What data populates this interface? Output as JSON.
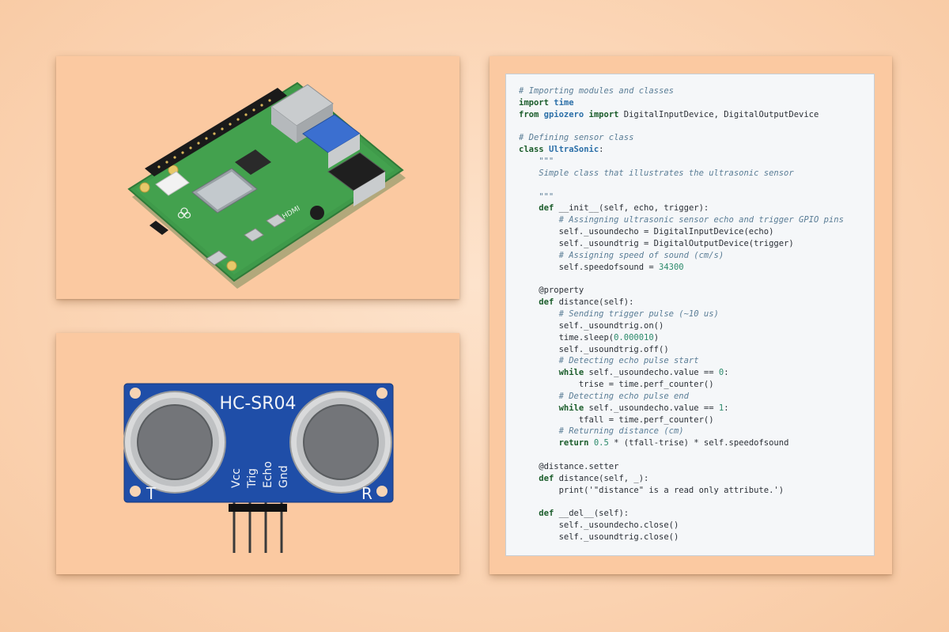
{
  "images": {
    "raspberry_pi": {
      "icon": "raspberry-pi-board",
      "markings": "HDMI"
    },
    "sensor": {
      "icon": "ultrasonic-sensor-module",
      "model": "HC-SR04",
      "pins": [
        "Vcc",
        "Trig",
        "Echo",
        "Gnd"
      ],
      "left_label": "T",
      "right_label": "R"
    }
  },
  "code": {
    "lines": [
      [
        {
          "t": "comment",
          "v": "# Importing modules and classes"
        }
      ],
      [
        {
          "t": "kw",
          "v": "import"
        },
        {
          "t": "plain",
          "v": " "
        },
        {
          "t": "cls",
          "v": "time"
        }
      ],
      [
        {
          "t": "kw",
          "v": "from"
        },
        {
          "t": "plain",
          "v": " "
        },
        {
          "t": "cls",
          "v": "gpiozero"
        },
        {
          "t": "plain",
          "v": " "
        },
        {
          "t": "kw",
          "v": "import"
        },
        {
          "t": "plain",
          "v": " DigitalInputDevice, DigitalOutputDevice"
        }
      ],
      [],
      [
        {
          "t": "comment",
          "v": "# Defining sensor class"
        }
      ],
      [
        {
          "t": "kw",
          "v": "class"
        },
        {
          "t": "plain",
          "v": " "
        },
        {
          "t": "cls",
          "v": "UltraSonic"
        },
        {
          "t": "plain",
          "v": ":"
        }
      ],
      [
        {
          "t": "doc",
          "v": "    \"\"\""
        }
      ],
      [
        {
          "t": "doc",
          "v": "    Simple class that illustrates the ultrasonic sensor"
        }
      ],
      [],
      [
        {
          "t": "doc",
          "v": "    \"\"\""
        }
      ],
      [
        {
          "t": "plain",
          "v": "    "
        },
        {
          "t": "kw",
          "v": "def"
        },
        {
          "t": "plain",
          "v": " __init__(self, echo, trigger):"
        }
      ],
      [
        {
          "t": "comment",
          "v": "        # Assingning ultrasonic sensor echo and trigger GPIO pins"
        }
      ],
      [
        {
          "t": "plain",
          "v": "        self._usoundecho = DigitalInputDevice(echo)"
        }
      ],
      [
        {
          "t": "plain",
          "v": "        self._usoundtrig = DigitalOutputDevice(trigger)"
        }
      ],
      [
        {
          "t": "comment",
          "v": "        # Assigning speed of sound (cm/s)"
        }
      ],
      [
        {
          "t": "plain",
          "v": "        self.speedofsound = "
        },
        {
          "t": "num",
          "v": "34300"
        }
      ],
      [],
      [
        {
          "t": "plain",
          "v": "    @property"
        }
      ],
      [
        {
          "t": "plain",
          "v": "    "
        },
        {
          "t": "kw",
          "v": "def"
        },
        {
          "t": "plain",
          "v": " distance(self):"
        }
      ],
      [
        {
          "t": "comment",
          "v": "        # Sending trigger pulse (~10 us)"
        }
      ],
      [
        {
          "t": "plain",
          "v": "        self._usoundtrig.on()"
        }
      ],
      [
        {
          "t": "plain",
          "v": "        time.sleep("
        },
        {
          "t": "num",
          "v": "0.000010"
        },
        {
          "t": "plain",
          "v": ")"
        }
      ],
      [
        {
          "t": "plain",
          "v": "        self._usoundtrig.off()"
        }
      ],
      [
        {
          "t": "comment",
          "v": "        # Detecting echo pulse start"
        }
      ],
      [
        {
          "t": "plain",
          "v": "        "
        },
        {
          "t": "kw",
          "v": "while"
        },
        {
          "t": "plain",
          "v": " self._usoundecho.value == "
        },
        {
          "t": "num",
          "v": "0"
        },
        {
          "t": "plain",
          "v": ":"
        }
      ],
      [
        {
          "t": "plain",
          "v": "            trise = time.perf_counter()"
        }
      ],
      [
        {
          "t": "comment",
          "v": "        # Detecting echo pulse end"
        }
      ],
      [
        {
          "t": "plain",
          "v": "        "
        },
        {
          "t": "kw",
          "v": "while"
        },
        {
          "t": "plain",
          "v": " self._usoundecho.value == "
        },
        {
          "t": "num",
          "v": "1"
        },
        {
          "t": "plain",
          "v": ":"
        }
      ],
      [
        {
          "t": "plain",
          "v": "            tfall = time.perf_counter()"
        }
      ],
      [
        {
          "t": "comment",
          "v": "        # Returning distance (cm)"
        }
      ],
      [
        {
          "t": "plain",
          "v": "        "
        },
        {
          "t": "kw",
          "v": "return"
        },
        {
          "t": "plain",
          "v": " "
        },
        {
          "t": "num",
          "v": "0.5"
        },
        {
          "t": "plain",
          "v": " * (tfall-trise) * self.speedofsound"
        }
      ],
      [],
      [
        {
          "t": "plain",
          "v": "    @distance.setter"
        }
      ],
      [
        {
          "t": "plain",
          "v": "    "
        },
        {
          "t": "kw",
          "v": "def"
        },
        {
          "t": "plain",
          "v": " distance(self, _):"
        }
      ],
      [
        {
          "t": "plain",
          "v": "        print('\"distance\" is a read only attribute.')"
        }
      ],
      [],
      [
        {
          "t": "plain",
          "v": "    "
        },
        {
          "t": "kw",
          "v": "def"
        },
        {
          "t": "plain",
          "v": " __del__(self):"
        }
      ],
      [
        {
          "t": "plain",
          "v": "        self._usoundecho.close()"
        }
      ],
      [
        {
          "t": "plain",
          "v": "        self._usoundtrig.close()"
        }
      ]
    ]
  },
  "colors": {
    "background": "#fbd5b5",
    "card": "#fbc9a1",
    "pcb_green": "#3f9a4a",
    "sensor_blue": "#1f4ea8",
    "code_keyword": "#1a5c2a",
    "code_comment": "#5a7d96",
    "code_number": "#2c8a6b"
  }
}
